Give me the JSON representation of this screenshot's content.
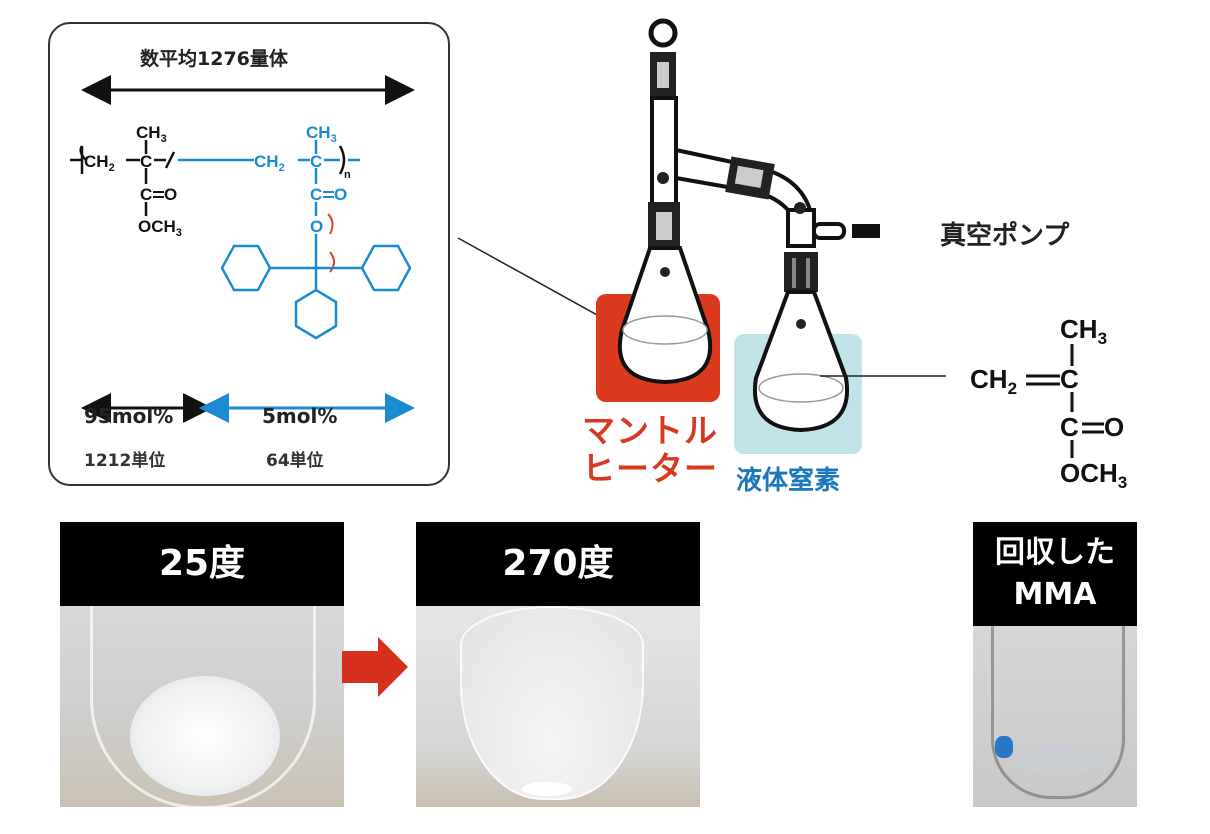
{
  "polymer_panel": {
    "title": "数平均1276量体",
    "pmma_unit": {
      "ch3": "CH3",
      "backbone_ch2": "CH2",
      "carbonyl": "C=O",
      "ester": "OCH3",
      "color": "#111111"
    },
    "trityl_unit": {
      "ch3": "CH3",
      "backbone_ch2": "CH2",
      "carbonyl": "C=O",
      "ester_o": "O",
      "subscript": "n",
      "color": "#1b8bd1"
    },
    "segments": [
      {
        "fraction": "95mol%",
        "units": "1212単位",
        "color": "#111111"
      },
      {
        "fraction": "5mol%",
        "units": "64単位",
        "color": "#1b8bd1"
      }
    ]
  },
  "apparatus": {
    "heater_label_line1": "マントル",
    "heater_label_line2": "ヒーター",
    "heater_color": "#dc3a1e",
    "cold_trap_label": "液体窒素",
    "cold_trap_color": "#bfe3e6",
    "pump_label": "真空ポンプ"
  },
  "monomer": {
    "name": "MMA",
    "ch3": "CH3",
    "ch2": "CH2",
    "carbonyl_o": "O",
    "ester": "OCH3"
  },
  "photos": [
    {
      "header": "25度",
      "description": "white polymer powder in flask"
    },
    {
      "header": "270度",
      "description": "empty flask after depolymerization"
    },
    {
      "header_line1": "回収した",
      "header_line2": "MMA",
      "description": "recovered liquid MMA in trap"
    }
  ],
  "arrow_color": "#d8301e"
}
